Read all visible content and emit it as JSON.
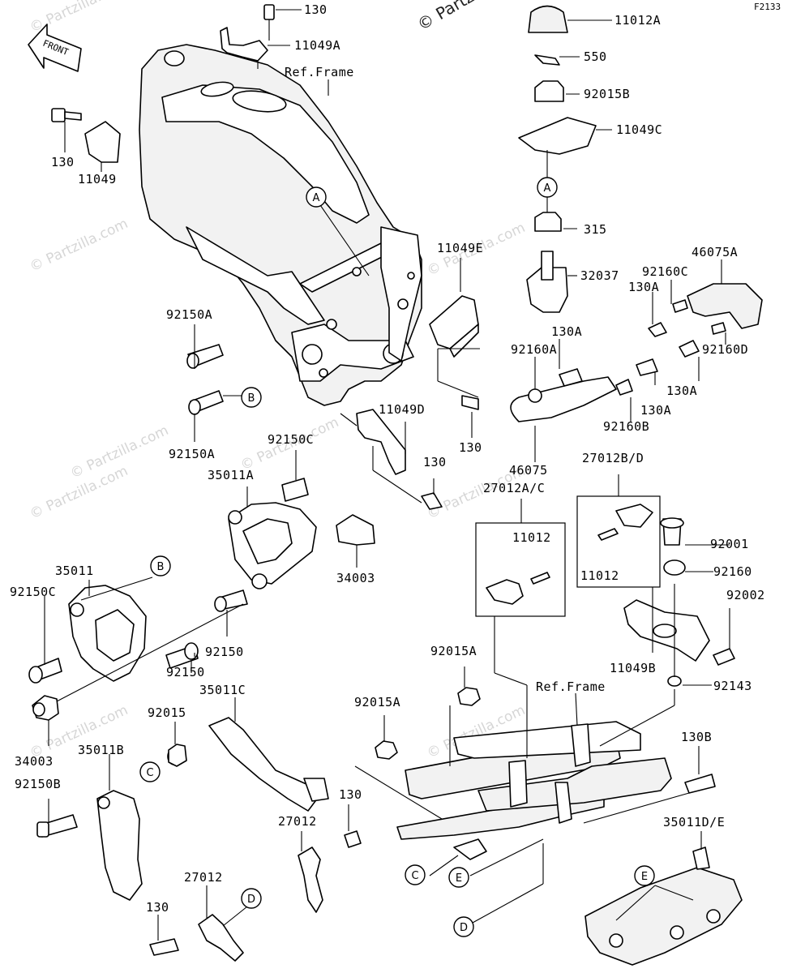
{
  "diagram_code": "F2133",
  "watermark": "© Partzilla.com",
  "watermark_top": "© Partz",
  "front_label": "FRONT",
  "labels": {
    "l130_top": "130",
    "l11049A": "11049A",
    "l11012A": "11012A",
    "l550": "550",
    "l92015B": "92015B",
    "l11049C": "11049C",
    "l315": "315",
    "l32037": "32037",
    "l46075A": "46075A",
    "l92160C": "92160C",
    "l130A_1": "130A",
    "l130A_2": "130A",
    "l130A_3": "130A",
    "l130A_4": "130A",
    "l92160D": "92160D",
    "l92160A": "92160A",
    "l92160B": "92160B",
    "l46075": "46075",
    "refframe_top": "Ref.Frame",
    "l130_left": "130",
    "l11049": "11049",
    "l11049E": "11049E",
    "l92150A_1": "92150A",
    "l92150A_2": "92150A",
    "l130_mid": "130",
    "l11049D": "11049D",
    "l130_d": "130",
    "l92150C_1": "92150C",
    "l35011A": "35011A",
    "l34003_1": "34003",
    "l35011": "35011",
    "l92150C_2": "92150C",
    "l92150_1": "92150",
    "l92150_2": "92150",
    "l34003_2": "34003",
    "l27012BD": "27012B/D",
    "l27012AC": "27012A/C",
    "l11012_1": "11012",
    "l11012_2": "11012",
    "l92001": "92001",
    "l92160": "92160",
    "l92002": "92002",
    "l11049B": "11049B",
    "l92143": "92143",
    "l92015A_1": "92015A",
    "l92015A_2": "92015A",
    "refframe_bottom": "Ref.Frame",
    "l35011C": "35011C",
    "l92015": "92015",
    "l35011B": "35011B",
    "l92150B": "92150B",
    "l130B": "130B",
    "l130_low": "130",
    "l27012_1": "27012",
    "l27012_2": "27012",
    "l130_bot": "130",
    "l35011DE": "35011D/E"
  },
  "refs": {
    "A1": "A",
    "A2": "A",
    "B1": "B",
    "B2": "B",
    "C1": "C",
    "C2": "C",
    "D1": "D",
    "D2": "D",
    "E1": "E",
    "E2": "E"
  }
}
